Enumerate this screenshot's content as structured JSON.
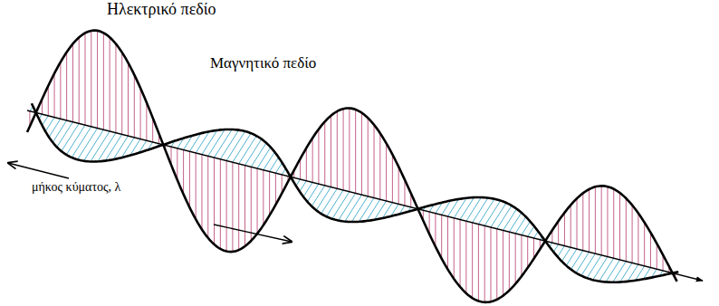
{
  "diagram": {
    "labels": [
      "Ηλεκτρικό πεδίο",
      "Μαγνητικό πεδίο",
      "μήκος κύματος, λ"
    ]
  }
}
